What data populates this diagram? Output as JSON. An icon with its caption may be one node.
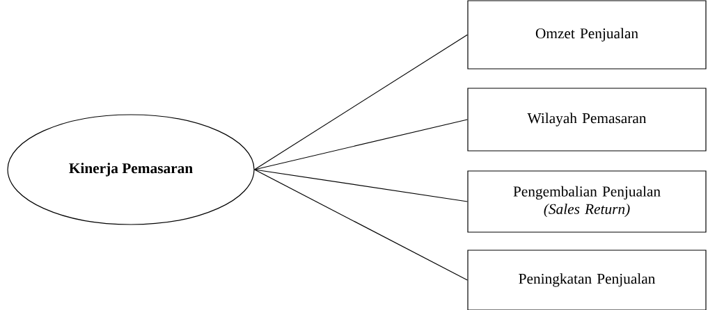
{
  "diagram": {
    "nodes": [
      {
        "text": [
          "Kinerja Pemasaran"
        ]
      },
      {
        "text": [
          "Omzet Penjualan"
        ]
      },
      {
        "text": [
          "Wilayah Pemasaran"
        ]
      },
      {
        "text": [
          "Pengembalian Penjualan *(Sales Return)*"
        ]
      },
      {
        "text": [
          "Peningkatan Penjualan"
        ]
      }
    ],
    "edges": [
      {
        "from": 0,
        "to": 1,
        "arrow": "none"
      },
      {
        "from": 0,
        "to": 2,
        "arrow": "none"
      },
      {
        "from": 0,
        "to": 3,
        "arrow": "none"
      },
      {
        "from": 0,
        "to": 4,
        "arrow": "none"
      }
    ]
  }
}
